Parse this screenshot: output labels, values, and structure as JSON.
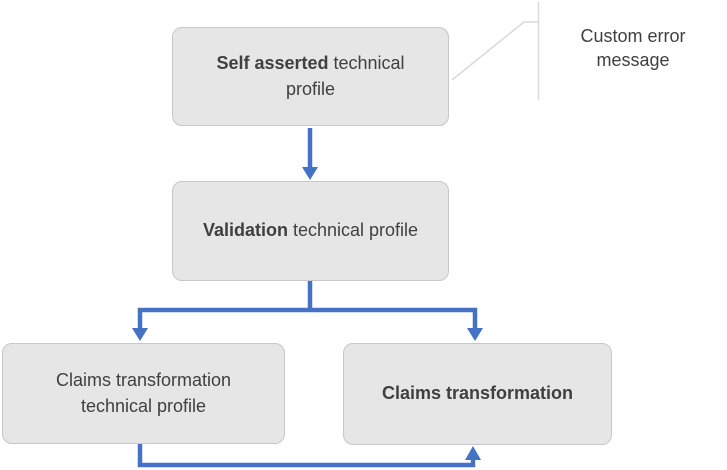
{
  "colors": {
    "arrow": "#4472c4",
    "box_fill": "#e7e6e6",
    "box_border": "#c8c6c6",
    "text": "#404040",
    "callout_line": "#d9d9d9"
  },
  "nodes": {
    "self_asserted": {
      "bold": "Self asserted",
      "rest": " technical profile"
    },
    "validation": {
      "bold": "Validation",
      "rest": " technical profile"
    },
    "claims_transformation_profile": {
      "bold": "",
      "rest": "Claims transformation technical profile"
    },
    "claims_transformation": {
      "bold": "Claims transformation",
      "rest": ""
    }
  },
  "callout": {
    "text": "Custom error message"
  }
}
